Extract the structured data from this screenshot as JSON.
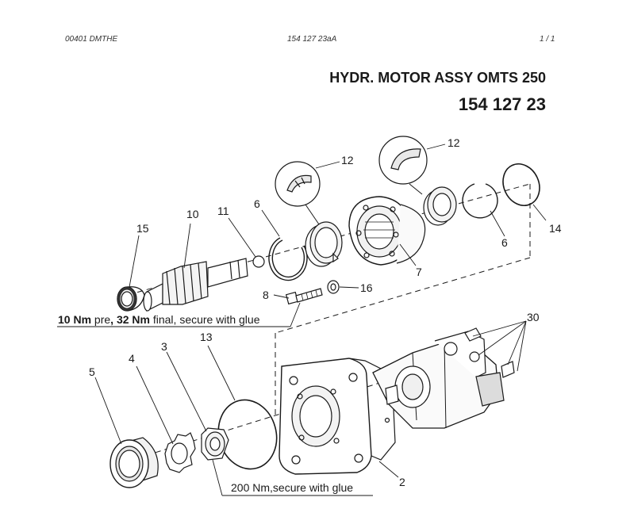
{
  "header": {
    "left": "00401 DMTHE",
    "center": "154 127 23aA",
    "right": "1 / 1"
  },
  "title": "HYDR. MOTOR ASSY OMTS 250",
  "part_number": "154 127 23",
  "callouts": [
    "15",
    "10",
    "11",
    "6",
    "12",
    "12",
    "14",
    "6",
    "7",
    "8",
    "16",
    "30",
    "13",
    "3",
    "4",
    "5",
    "2"
  ],
  "notes": {
    "torque_top": {
      "v1": "10 Nm",
      "t1": " pre",
      "sep": ", ",
      "v2": "32 Nm",
      "t2": " final, secure with glue"
    },
    "torque_bottom": "200 Nm,secure with glue"
  }
}
